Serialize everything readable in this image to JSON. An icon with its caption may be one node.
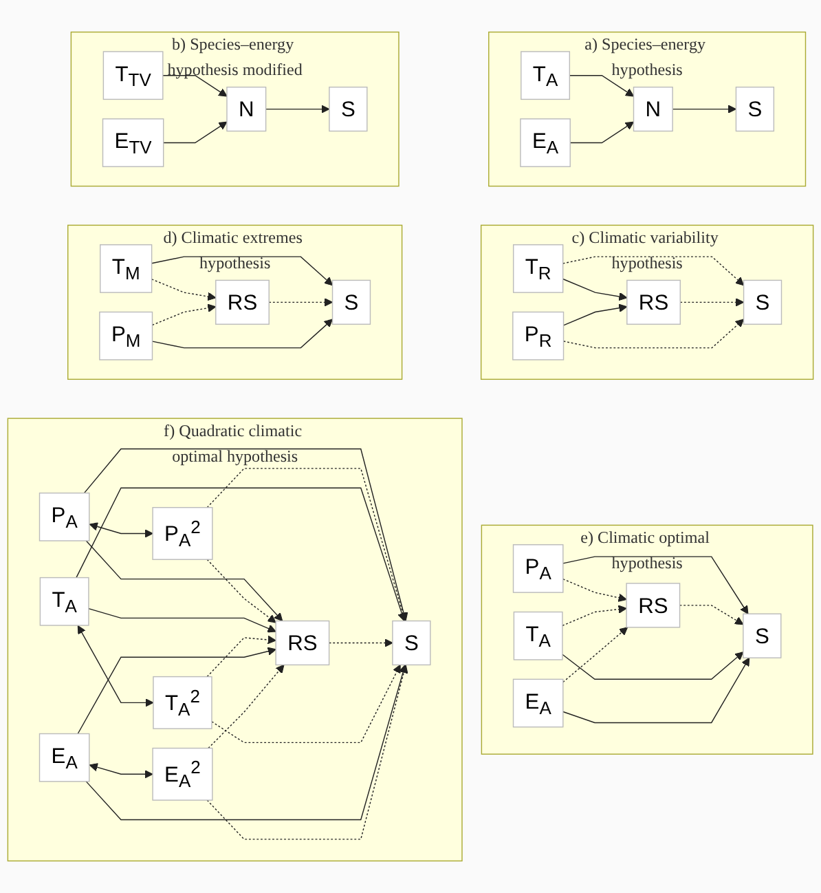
{
  "diagram": {
    "nodes": [
      {
        "text": [
          "a) Species–energy hypothesis"
        ]
      },
      {
        "text": [
          "T$_{A}$"
        ],
        "in": 0
      },
      {
        "text": [
          "E$_{A}$"
        ],
        "in": 0
      },
      {
        "text": [
          "N"
        ],
        "in": 0
      },
      {
        "text": [
          "S"
        ],
        "in": 0
      },
      {
        "text": [
          "b) Species–energy hypothesis modified"
        ]
      },
      {
        "text": [
          "T$_{TV}$"
        ],
        "in": 5
      },
      {
        "text": [
          "E$_{TV}$"
        ],
        "in": 5
      },
      {
        "text": [
          "N"
        ],
        "in": 5
      },
      {
        "text": [
          "S"
        ],
        "in": 5
      },
      {
        "text": [
          "c) Climatic variability hypothesis"
        ]
      },
      {
        "text": [
          "T$_{R}$"
        ],
        "in": 10
      },
      {
        "text": [
          "P$_{R}$"
        ],
        "in": 10
      },
      {
        "text": [
          "RS"
        ],
        "in": 10
      },
      {
        "text": [
          "S"
        ],
        "in": 10
      },
      {
        "text": [
          "d) Climatic extremes hypothesis"
        ]
      },
      {
        "text": [
          "T$_{M}$"
        ],
        "in": 15
      },
      {
        "text": [
          "P$_{M}$"
        ],
        "in": 15
      },
      {
        "text": [
          "RS"
        ],
        "in": 15
      },
      {
        "text": [
          "S"
        ],
        "in": 15
      },
      {
        "text": [
          "e) Climatic optimal hypothesis"
        ]
      },
      {
        "text": [
          "P$_{A}$"
        ],
        "in": 20
      },
      {
        "text": [
          "T$_{A}$"
        ],
        "in": 20
      },
      {
        "text": [
          "E$_{A}$"
        ],
        "in": 20
      },
      {
        "text": [
          "RS"
        ],
        "in": 20
      },
      {
        "text": [
          "S"
        ],
        "in": 20
      },
      {
        "text": [
          "f) Quadratic climatic optimal hypothesis"
        ]
      },
      {
        "text": [
          "P$_{A}$"
        ],
        "in": 26
      },
      {
        "text": [
          "P$_{A}$$^{2}$"
        ],
        "in": 26
      },
      {
        "text": [
          "T$_{A}$"
        ],
        "in": 26
      },
      {
        "text": [
          "T$_{A}$$^{2}$"
        ],
        "in": 26
      },
      {
        "text": [
          "E$_{A}$"
        ],
        "in": 26
      },
      {
        "text": [
          "E$_{A}$$^{2}$"
        ],
        "in": 26
      },
      {
        "text": [
          "RS"
        ],
        "in": 26
      },
      {
        "text": [
          "S"
        ],
        "in": 26
      }
    ],
    "edges": [
      {
        "from": 1,
        "to": 3,
        "arrow": "to"
      },
      {
        "from": 2,
        "to": 3,
        "arrow": "to"
      },
      {
        "from": 3,
        "to": 4,
        "arrow": "to"
      },
      {
        "from": 6,
        "to": 8,
        "arrow": "to"
      },
      {
        "from": 7,
        "to": 8,
        "arrow": "to"
      },
      {
        "from": 8,
        "to": 9,
        "arrow": "to"
      },
      {
        "from": 11,
        "to": 14,
        "arrow": "to",
        "style": "dashed"
      },
      {
        "from": 11,
        "to": 13,
        "arrow": "to"
      },
      {
        "from": 12,
        "to": 13,
        "arrow": "to"
      },
      {
        "from": 12,
        "to": 14,
        "arrow": "to",
        "style": "dashed"
      },
      {
        "from": 13,
        "to": 14,
        "arrow": "to",
        "style": "dashed"
      },
      {
        "from": 16,
        "to": 19,
        "arrow": "to"
      },
      {
        "from": 16,
        "to": 18,
        "arrow": "to",
        "style": "dashed"
      },
      {
        "from": 17,
        "to": 18,
        "arrow": "to",
        "style": "dashed"
      },
      {
        "from": 17,
        "to": 19,
        "arrow": "to"
      },
      {
        "from": 18,
        "to": 19,
        "arrow": "to",
        "style": "dashed"
      },
      {
        "from": 21,
        "to": 25,
        "arrow": "to"
      },
      {
        "from": 21,
        "to": 24,
        "arrow": "to",
        "style": "dashed"
      },
      {
        "from": 22,
        "to": 24,
        "arrow": "to",
        "style": "dashed"
      },
      {
        "from": 24,
        "to": 25,
        "arrow": "to",
        "style": "dashed"
      },
      {
        "from": 22,
        "to": 25,
        "arrow": "to"
      },
      {
        "from": 23,
        "to": 24,
        "arrow": "to",
        "style": "dashed"
      },
      {
        "from": 23,
        "to": 25,
        "arrow": "to"
      },
      {
        "from": 27,
        "to": 28,
        "arrow": "both"
      },
      {
        "from": 27,
        "to": 33,
        "arrow": "to"
      },
      {
        "from": 27,
        "to": 34,
        "arrow": "to"
      },
      {
        "from": 28,
        "to": 33,
        "arrow": "to",
        "style": "dashed"
      },
      {
        "from": 28,
        "to": 34,
        "arrow": "to",
        "style": "dashed"
      },
      {
        "from": 29,
        "to": 33,
        "arrow": "to"
      },
      {
        "from": 29,
        "to": 34,
        "arrow": "to"
      },
      {
        "from": 33,
        "to": 34,
        "arrow": "to",
        "style": "dashed"
      },
      {
        "from": 29,
        "to": 30,
        "arrow": "both"
      },
      {
        "from": 30,
        "to": 33,
        "arrow": "to",
        "style": "dashed"
      },
      {
        "from": 30,
        "to": 34,
        "arrow": "to",
        "style": "dashed"
      },
      {
        "from": 31,
        "to": 33,
        "arrow": "to"
      },
      {
        "from": 31,
        "to": 34,
        "arrow": "to"
      },
      {
        "from": 31,
        "to": 32,
        "arrow": "both"
      },
      {
        "from": 32,
        "to": 33,
        "arrow": "to",
        "style": "dashed"
      },
      {
        "from": 32,
        "to": 34,
        "arrow": "to",
        "style": "dashed"
      }
    ]
  }
}
